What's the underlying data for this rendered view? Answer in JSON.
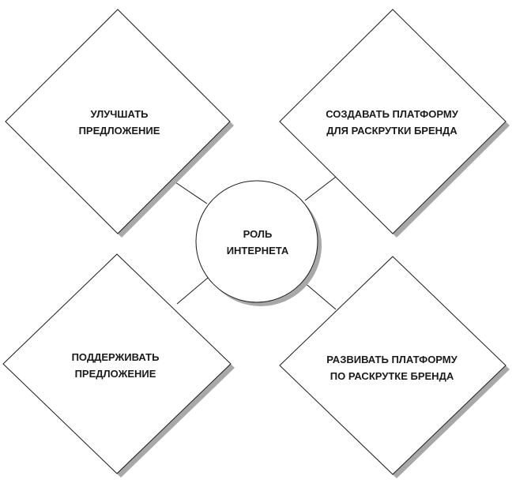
{
  "diagram": {
    "center": {
      "line1": "РОЛЬ",
      "line2": "ИНТЕРНЕТА"
    },
    "top_left": {
      "line1": "УЛУЧШАТЬ",
      "line2": "ПРЕДЛОЖЕНИЕ"
    },
    "top_right": {
      "line1": "СОЗДАВАТЬ ПЛАТФОРМУ",
      "line2": "ДЛЯ РАСКРУТКИ БРЕНДА"
    },
    "bottom_left": {
      "line1": "ПОДДЕРЖИВАТЬ",
      "line2": "ПРЕДЛОЖЕНИЕ"
    },
    "bottom_right": {
      "line1": "РАЗВИВАТЬ ПЛАТФОРМУ",
      "line2": "ПО РАСКРУТКЕ БРЕНДА"
    },
    "colors": {
      "stroke": "#1a1a1a",
      "fill": "#ffffff",
      "shadow": "#a8a8a8"
    }
  }
}
